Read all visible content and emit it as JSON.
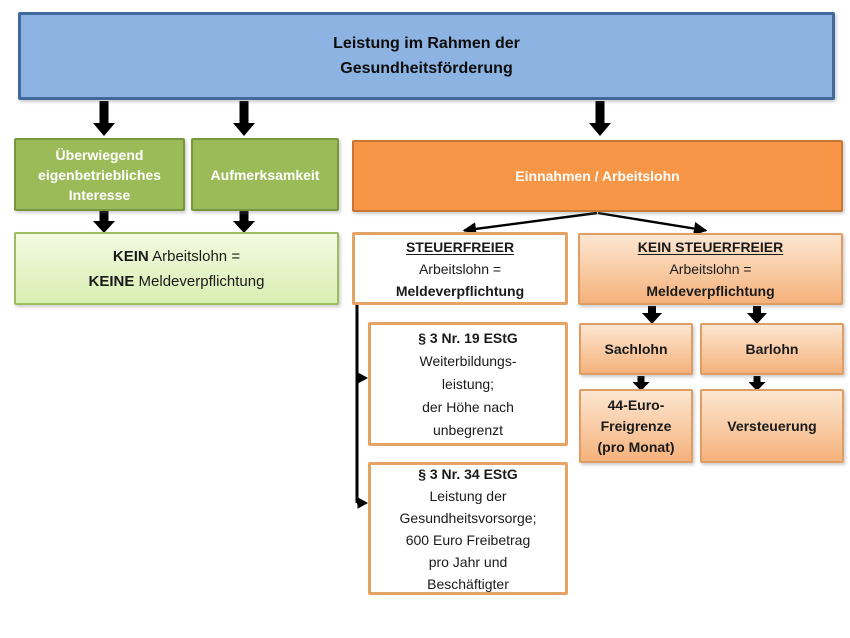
{
  "colors": {
    "root_fill": "#8db3e2",
    "root_border": "#40699c",
    "green_fill": "#9bbb59",
    "green_border": "#79963e",
    "lightgreen_top": "#f3fae1",
    "lightgreen_bottom": "#d9eeb2",
    "lightgreen_border": "#9cbc60",
    "orange_fill": "#f79646",
    "orange_border": "#c87634",
    "lightorange_top": "#fce6d1",
    "lightorange_bottom": "#f5b27b",
    "lightorange_border": "#dd9d64",
    "white_box_border": "#e5a365",
    "arrow": "#000000",
    "text_dark": "#1a1a1a",
    "text_light": "#ffffff"
  },
  "root": {
    "line1": "Leistung im Rahmen der",
    "line2": "Gesundheitsförderung"
  },
  "green_branch": {
    "interest": {
      "line1": "Überwiegend",
      "line2": "eigenbetriebliches",
      "line3": "Interesse"
    },
    "attention": "Aufmerksamkeit",
    "result": {
      "bold1": "KEIN",
      "rest1": " Arbeitslohn =",
      "bold2": "KEINE",
      "rest2": " Meldeverpflichtung"
    }
  },
  "orange_branch": {
    "income": "Einnahmen / Arbeitslohn",
    "taxfree": {
      "heading": "STEUERFREIER",
      "line2": "Arbeitslohn =",
      "line3": "Meldeverpflichtung"
    },
    "taxable": {
      "heading": "KEIN STEUERFREIER",
      "line2": "Arbeitslohn =",
      "line3": "Meldeverpflichtung"
    },
    "par19": {
      "title": "§ 3 Nr. 19 EStG",
      "lines": [
        "Weiterbildungs-",
        "leistung;",
        "der Höhe nach",
        "unbegrenzt"
      ]
    },
    "par34": {
      "title": "§ 3 Nr. 34 EStG",
      "lines": [
        "Leistung der",
        "Gesundheitsvorsorge;",
        "600 Euro Freibetrag",
        "pro Jahr und",
        "Beschäftigter"
      ]
    },
    "sachlohn": "Sachlohn",
    "barlohn": "Barlohn",
    "freigrenze": {
      "lines": [
        "44-Euro-",
        "Freigrenze",
        "(pro Monat)"
      ]
    },
    "versteuerung": "Versteuerung"
  }
}
